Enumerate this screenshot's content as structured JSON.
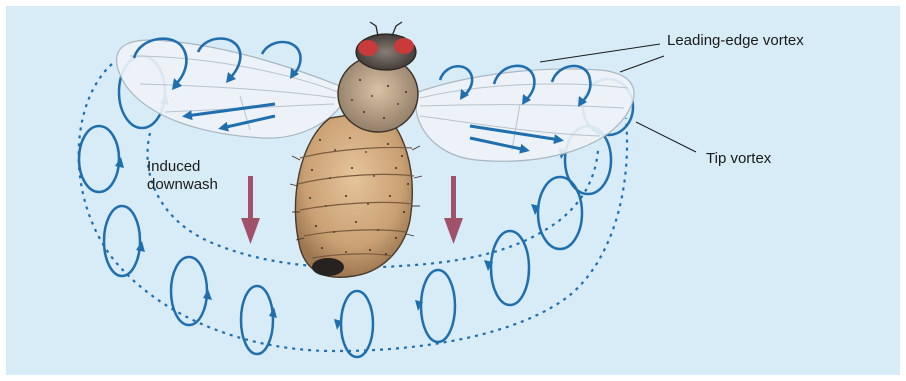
{
  "labels": {
    "leading_edge_vortex": "Leading-edge vortex",
    "tip_vortex": "Tip vortex",
    "induced_line1": "Induced",
    "induced_line2": "downwash"
  },
  "colors": {
    "background": "#d8ecf7",
    "vortex_blue": "#1f6fae",
    "downwash_arrow": "#a0526b",
    "body_tan": "#cfa77a",
    "eye_red": "#c93a3a",
    "wing_fill": "#eef3f7"
  }
}
